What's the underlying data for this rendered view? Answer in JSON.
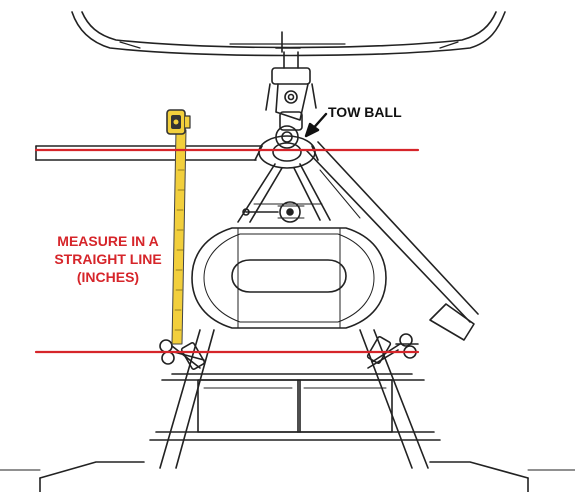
{
  "labels": {
    "tow_ball": "TOW BALL",
    "measure_lines": [
      "MEASURE IN A",
      "STRAIGHT LINE",
      "(INCHES)"
    ]
  },
  "colors": {
    "line": "#222222",
    "measure_red": "#d6252a",
    "tape_yellow": "#f2cf3c"
  },
  "icons": {
    "tow_ball": "tow-ball-hitch",
    "tape_measure": "tape-measure"
  }
}
